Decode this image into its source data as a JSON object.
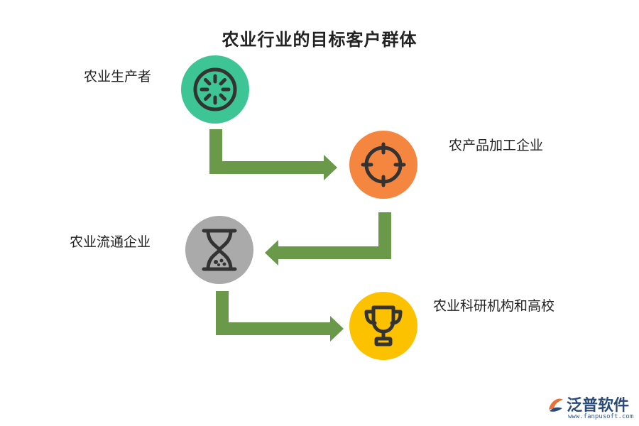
{
  "title": "农业行业的目标客户群体",
  "nodes": [
    {
      "label": "农业生产者",
      "icon": "gear-icon",
      "color": "#3ec596"
    },
    {
      "label": "农产品加工企业",
      "icon": "crosshair-icon",
      "color": "#f5863f"
    },
    {
      "label": "农业流通企业",
      "icon": "hourglass-icon",
      "color": "#aaaaaa"
    },
    {
      "label": "农业科研机构和高校",
      "icon": "trophy-icon",
      "color": "#fcc200"
    }
  ],
  "arrow_color": "#6a994a",
  "logo": {
    "name": "泛普软件",
    "url": "www.fanpusoft.com"
  }
}
